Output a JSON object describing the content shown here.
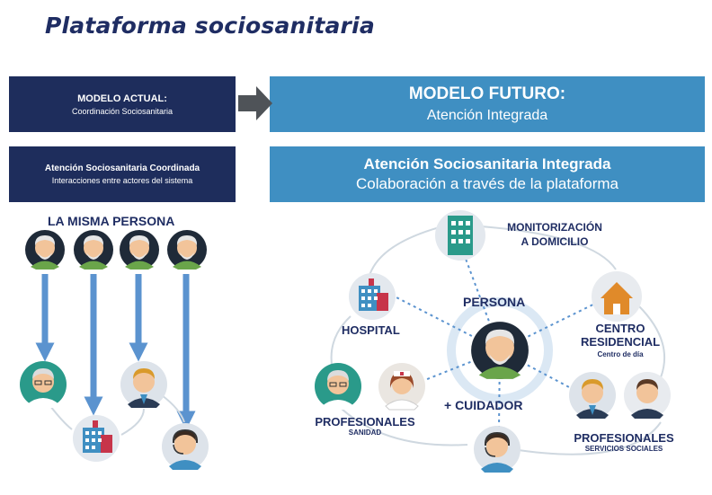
{
  "title": "Plataforma sociosanitaria",
  "current_model": {
    "heading": "MODELO ACTUAL:",
    "subheading": "Coordinación Sociosanitaria",
    "description_title": "Atención Sociosanitaria Coordinada",
    "description_sub": "Interacciones entre actores del sistema"
  },
  "future_model": {
    "heading": "MODELO FUTURO:",
    "subheading": "Atención Integrada",
    "description_title": "Atención Sociosanitaria Integrada",
    "description_sub": "Colaboración a través de la plataforma"
  },
  "left_diagram": {
    "label": "LA MISMA PERSONA"
  },
  "right_diagram": {
    "monitoring_line1": "MONITORIZACIÓN",
    "monitoring_line2": "A DOMICILIO",
    "person": "PERSONA",
    "caregiver": "+ CUIDADOR",
    "hospital": "HOSPITAL",
    "residential_line1": "CENTRO",
    "residential_line2": "RESIDENCIAL",
    "day_center": "Centro de día",
    "health_pros": "PROFESIONALES",
    "health_pros_sub": "SANIDAD",
    "social_pros": "PROFESIONALES",
    "social_pros_sub": "SERVICIOS SOCIALES"
  },
  "colors": {
    "navy": "#1e2d5c",
    "blue": "#3f8fc2",
    "arrow_blue": "#5b93cf",
    "connector_gray": "#4f5358"
  }
}
